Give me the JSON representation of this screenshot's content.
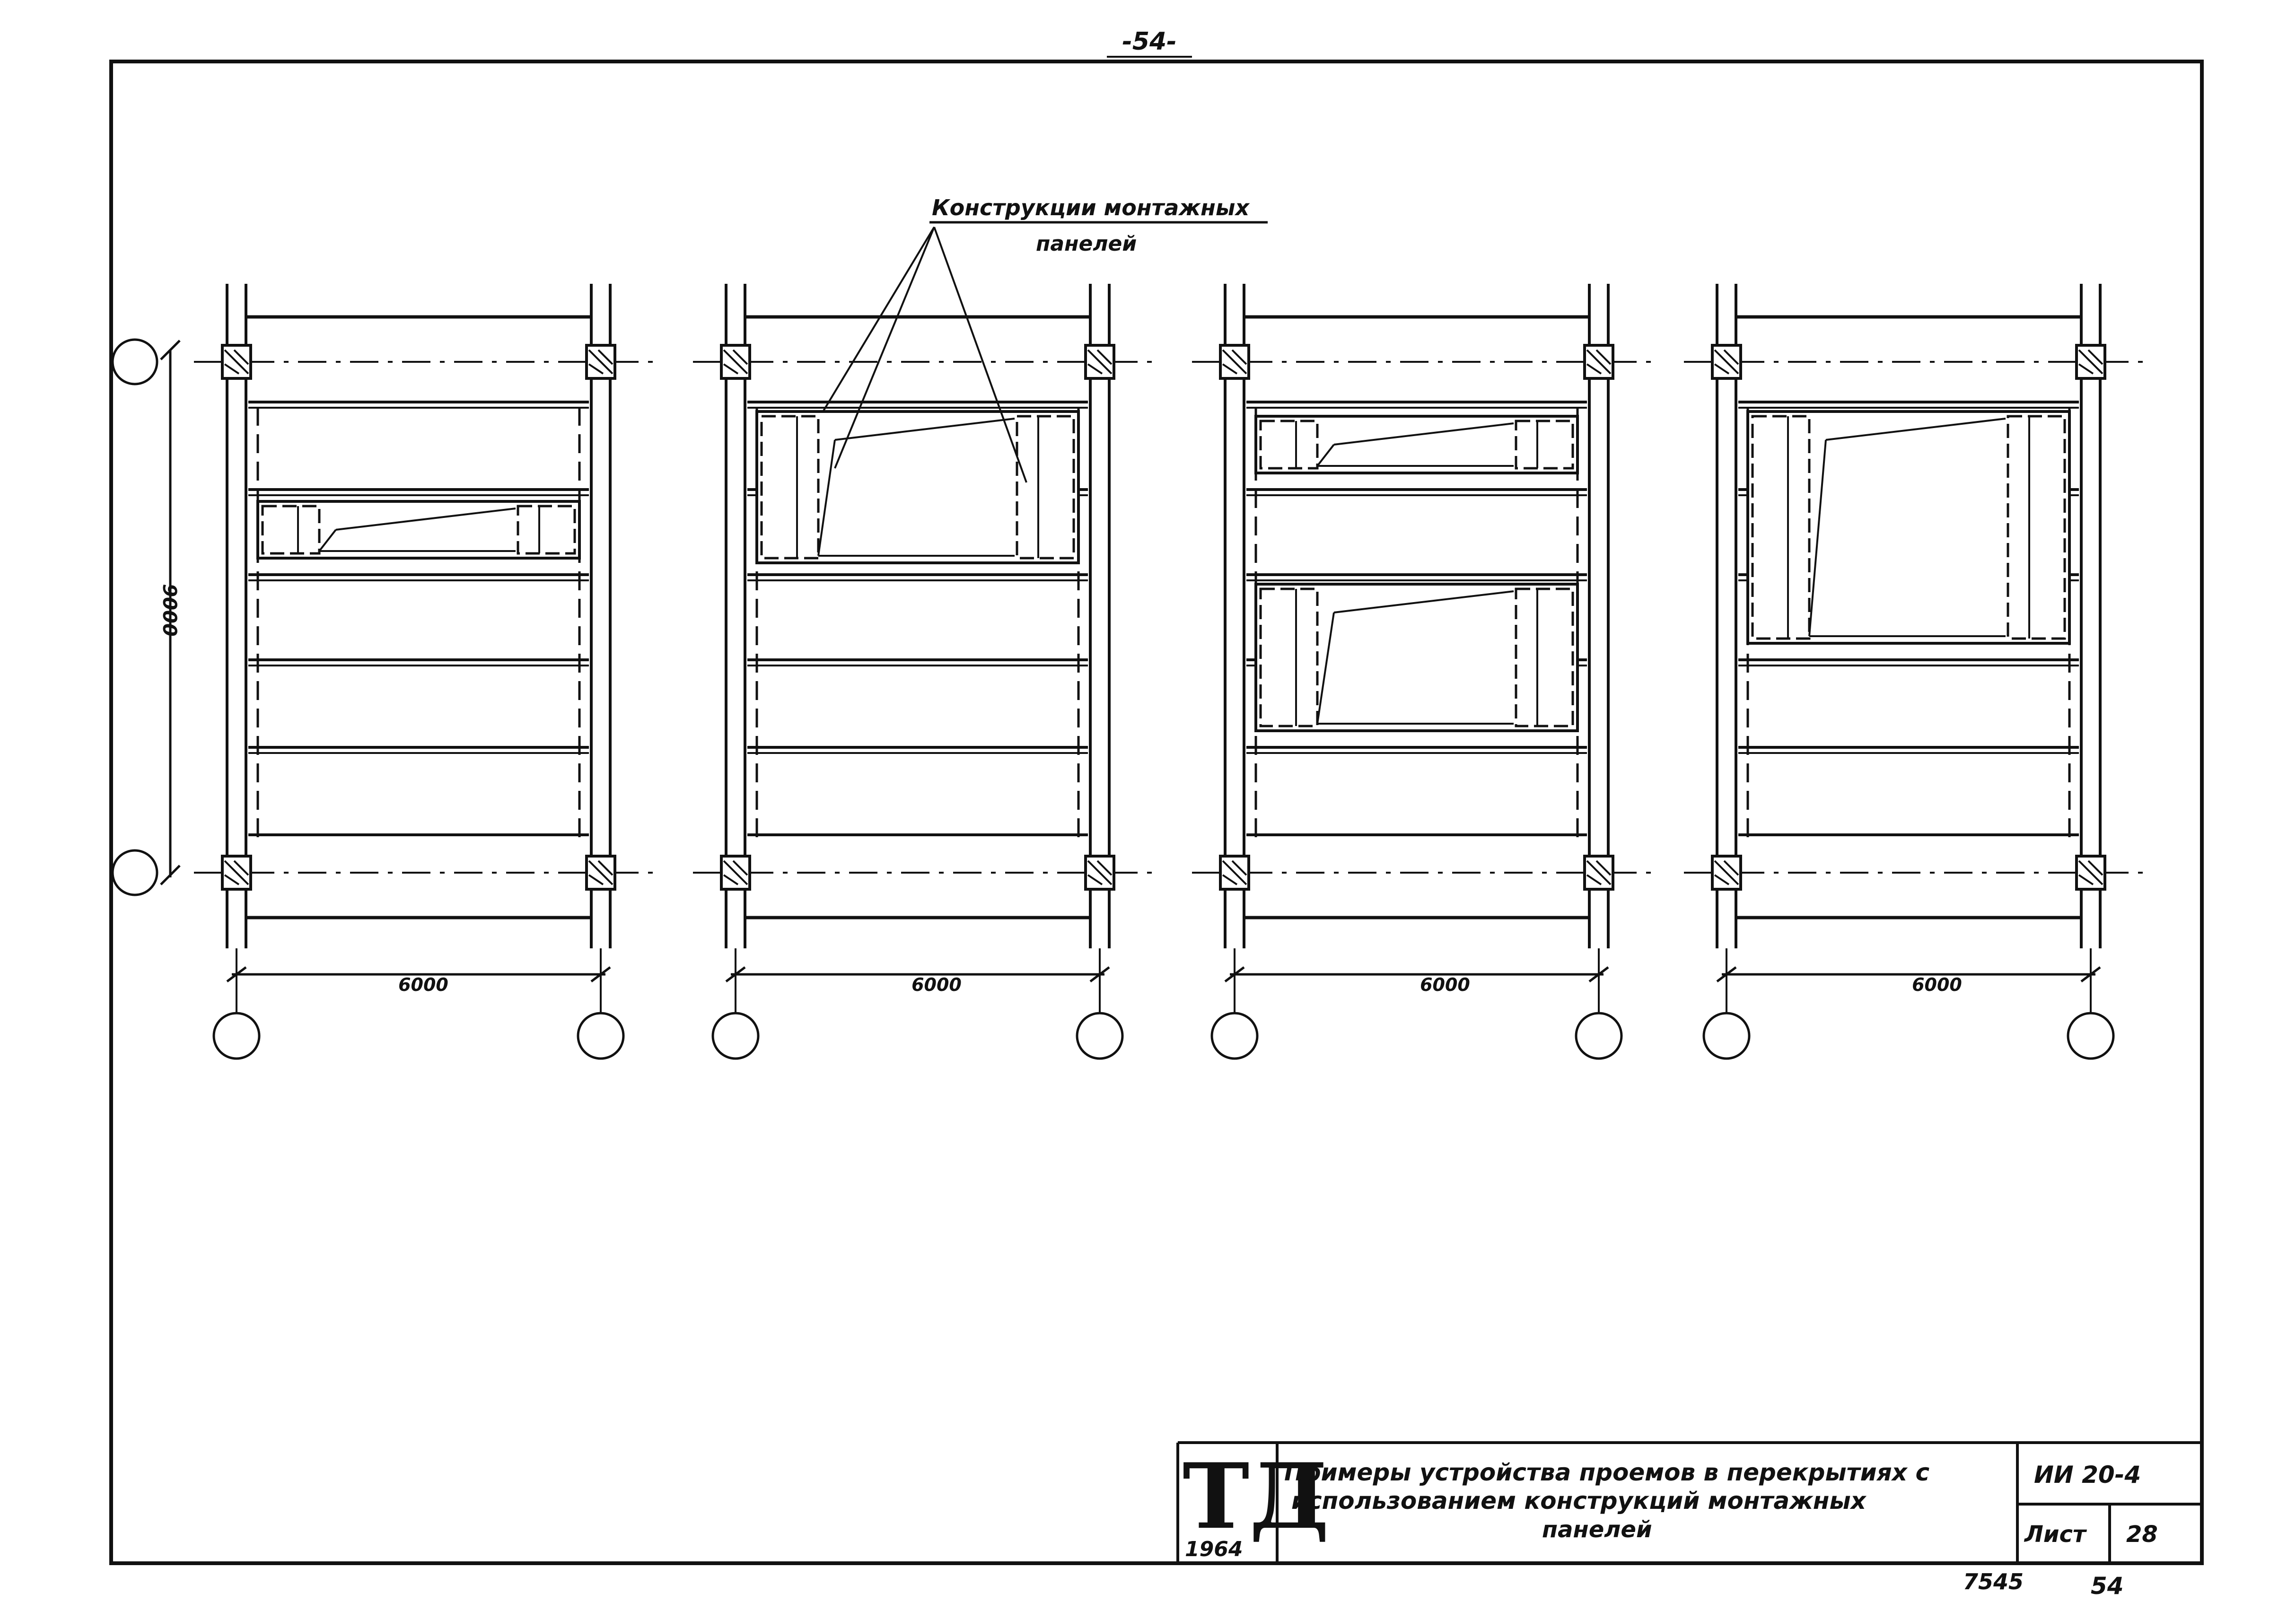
{
  "page_number": "-54-",
  "callout": {
    "line1": "Конструкции монтажных",
    "line2": "панелей"
  },
  "dimensions": {
    "span": "9000",
    "widths": [
      "6000",
      "6000",
      "6000",
      "6000"
    ]
  },
  "title_block": {
    "logo": "ТД",
    "year": "1964",
    "title_line1": "Примеры устройства проемов в перекрытиях с",
    "title_line2": "использованием конструкций монтажных",
    "title_line3": "панелей",
    "code": "ИИ 20-4",
    "sheet_label": "Лист",
    "sheet_number": "28"
  },
  "footer": {
    "order_number": "7545",
    "page": "54"
  }
}
